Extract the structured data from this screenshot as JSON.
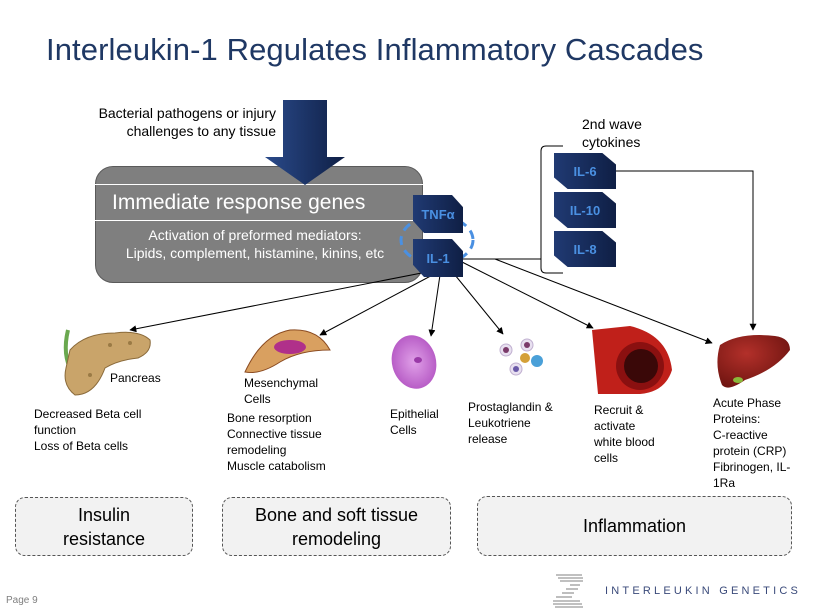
{
  "title": "Interleukin-1 Regulates Inflammatory Cascades",
  "trigger": {
    "lines": [
      "Bacterial pathogens or injury",
      "challenges to any tissue"
    ]
  },
  "gene_box": {
    "title": "Immediate response genes",
    "subtitle_lines": [
      "Activation of preformed mediators:",
      "Lipids, complement, histamine, kinins, etc"
    ]
  },
  "primary_cytokines": [
    {
      "label": "TNFα"
    },
    {
      "label": "IL-1"
    }
  ],
  "second_wave": {
    "label_lines": [
      "2nd wave",
      "cytokines"
    ],
    "cytokines": [
      {
        "label": "IL-6"
      },
      {
        "label": "IL-10"
      },
      {
        "label": "IL-8"
      }
    ]
  },
  "targets": [
    {
      "image": "pancreas-image",
      "image_label": "Pancreas",
      "effect_lines": [
        "Decreased Beta cell",
        "function",
        "Loss of Beta cells"
      ]
    },
    {
      "image": "mesenchymal-cell-image",
      "image_label_lines": [
        "Mesenchymal",
        "Cells"
      ],
      "effect_lines": [
        "Bone resorption",
        "Connective tissue",
        "remodeling",
        "Muscle catabolism"
      ]
    },
    {
      "image": "epithelial-cell-image",
      "effect_lines": [
        "Epithelial",
        "Cells"
      ]
    },
    {
      "image": "white-cells-image",
      "effect_lines": [
        "Prostaglandin &",
        "Leukotriene",
        "release"
      ]
    },
    {
      "image": "blood-vessel-image",
      "effect_lines": [
        "Recruit &",
        "activate",
        "white blood",
        "cells"
      ]
    },
    {
      "image": "liver-image",
      "effect_lines": [
        "Acute Phase",
        "Proteins:",
        "C-reactive",
        "protein (CRP)",
        "Fibrinogen, IL-",
        "1Ra"
      ]
    }
  ],
  "outcomes": [
    {
      "lines": [
        "Insulin",
        "resistance"
      ]
    },
    {
      "lines": [
        "Bone and soft tissue",
        "remodeling"
      ]
    },
    {
      "lines": [
        "Inflammation"
      ]
    }
  ],
  "footer": {
    "page_label": "Page",
    "page_number": "9",
    "brand": "INTERLEUKIN GENETICS"
  },
  "colors": {
    "title": "#1f3864",
    "chip_dark": "#0f1f45",
    "chip_text": "#4a90e2",
    "gene_box": "#7f7f7f",
    "loop": "#4a90e2"
  }
}
